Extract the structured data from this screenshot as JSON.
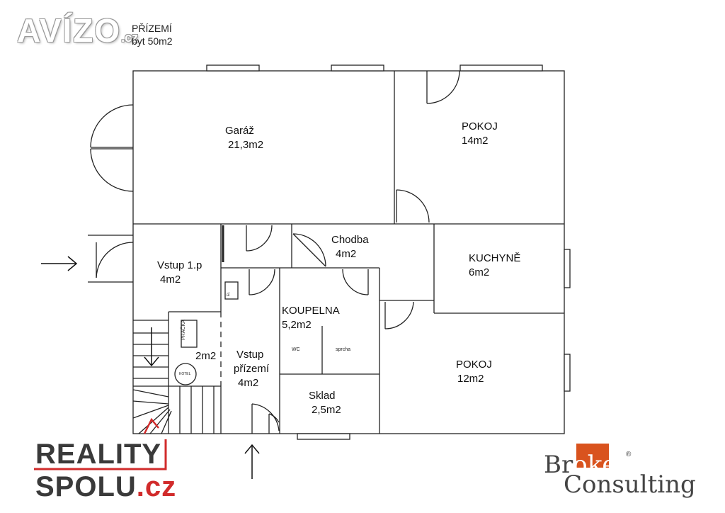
{
  "watermark": {
    "brand": "AVÍZO",
    "suffix": ".cz"
  },
  "header": {
    "floor": "PŘÍZEMÍ",
    "flat": "byt  50m2"
  },
  "rooms": {
    "garage": {
      "name": "Garáž",
      "area": "21,3m2"
    },
    "room_top": {
      "name": "POKOJ",
      "area": "14m2"
    },
    "hallway": {
      "name": "Chodba",
      "area": "4m2"
    },
    "entry_1p": {
      "name": "Vstup 1.p",
      "area": "4m2"
    },
    "kitchen": {
      "name": "KUCHYNĚ",
      "area": "6m2"
    },
    "bathroom": {
      "name": "KOUPELNA",
      "area": "5,2m2"
    },
    "laundry": {
      "area": "2m2"
    },
    "entry_ground": {
      "name_line1": "Vstup",
      "name_line2": "přízemí",
      "area": "4m2"
    },
    "room_bottom": {
      "name": "POKOJ",
      "area": "12m2"
    },
    "storage": {
      "name": "Sklad",
      "area": "2,5m2"
    }
  },
  "fixtures": {
    "wc": "WC",
    "shower": "sprcha",
    "washer": "PRAČKA",
    "boiler": "KOTEL",
    "electric_panel": "EL"
  },
  "logos": {
    "reality_spolu": {
      "line1": "REALITY",
      "line2_main": "SPOLU",
      "line2_suffix": ".cz",
      "accent_color": "#d12b2b"
    },
    "broker_consulting": {
      "broker_pre": "Br",
      "broker_in_box": "oker",
      "consulting": "Consulting",
      "reg": "®",
      "accent_color": "#d9531e"
    }
  }
}
